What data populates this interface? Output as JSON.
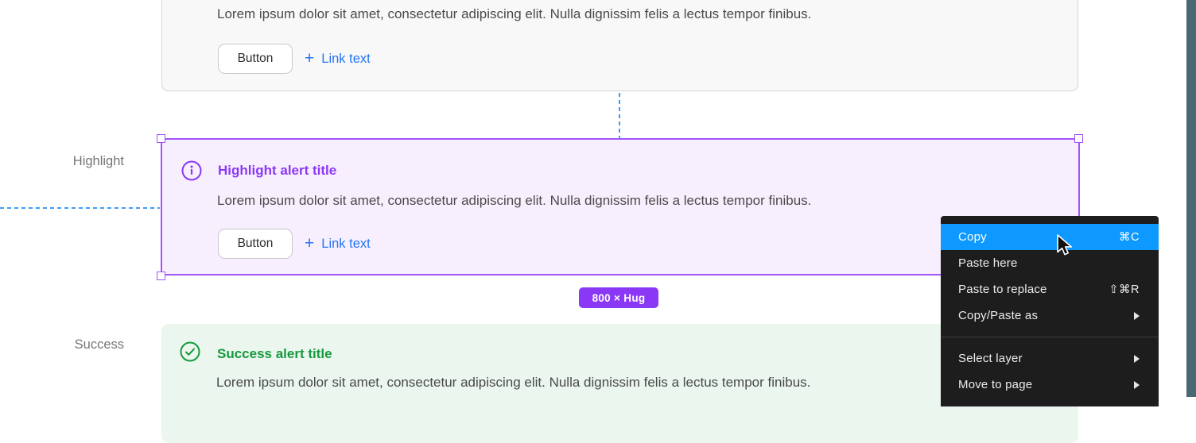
{
  "labels": {
    "highlight": "Highlight",
    "success": "Success"
  },
  "alert_default": {
    "body": "Lorem ipsum dolor sit amet, consectetur adipiscing elit. Nulla dignissim felis a lectus tempor finibus.",
    "button_label": "Button",
    "link_plus": "+",
    "link_label": "Link text"
  },
  "alert_highlight": {
    "title": "Highlight alert title",
    "body": "Lorem ipsum dolor sit amet, consectetur adipiscing elit. Nulla dignissim felis a lectus tempor finibus.",
    "button_label": "Button",
    "link_plus": "+",
    "link_label": "Link text"
  },
  "alert_success": {
    "title": "Success alert title",
    "body": "Lorem ipsum dolor sit amet, consectetur adipiscing elit. Nulla dignissim felis a lectus tempor finibus."
  },
  "selection": {
    "size_badge": "800 × Hug"
  },
  "context_menu": {
    "items": [
      {
        "label": "Copy",
        "shortcut": "⌘C",
        "highlighted": true
      },
      {
        "label": "Paste here",
        "shortcut": ""
      },
      {
        "label": "Paste to replace",
        "shortcut": "⇧⌘R"
      },
      {
        "label": "Copy/Paste as",
        "submenu": true
      },
      {
        "label": "Select layer",
        "submenu": true
      },
      {
        "label": "Move to page",
        "submenu": true
      }
    ]
  },
  "colors": {
    "accent_purple": "#8a38f5",
    "selection_purple": "#a254f8",
    "highlight_bg": "#f8effe",
    "success_green": "#179a3d",
    "success_bg": "#eaf6ee",
    "link_blue": "#2274f5",
    "menu_bg": "#1d1d1d",
    "menu_highlight_blue": "#0d99ff",
    "guide_blue": "#3c9df8",
    "canvas_edge_teal": "#4a6873"
  }
}
